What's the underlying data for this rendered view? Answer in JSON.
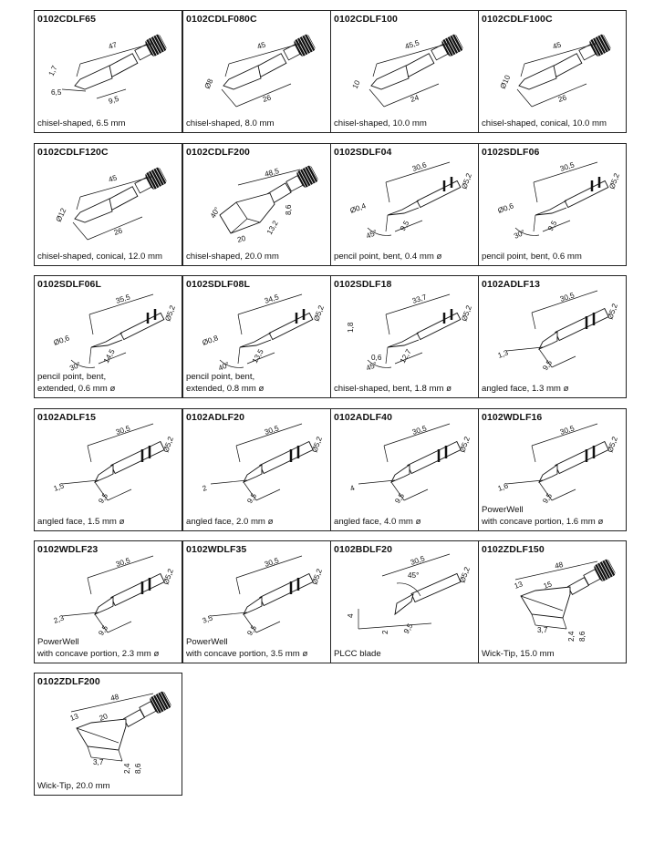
{
  "tips": [
    {
      "code": "0102CDLF65",
      "desc": [
        "chisel-shaped, 6.5 mm"
      ],
      "type": "chisel",
      "dims": [
        "47",
        "1,7",
        "6,5",
        "9,5"
      ]
    },
    {
      "code": "0102CDLF080C",
      "desc": [
        "chisel-shaped, 8.0 mm"
      ],
      "type": "chisel",
      "dims": [
        "45",
        "Ø8",
        "26"
      ]
    },
    {
      "code": "0102CDLF100",
      "desc": [
        "chisel-shaped, 10.0 mm"
      ],
      "type": "chisel",
      "dims": [
        "45,5",
        "10",
        "24"
      ]
    },
    {
      "code": "0102CDLF100C",
      "desc": [
        "chisel-shaped, conical, 10.0 mm"
      ],
      "type": "chisel",
      "dims": [
        "45",
        "Ø10",
        "26"
      ]
    },
    {
      "code": "0102CDLF120C",
      "desc": [
        "chisel-shaped, conical, 12.0 mm"
      ],
      "type": "chisel",
      "dims": [
        "45",
        "Ø12",
        "26"
      ]
    },
    {
      "code": "0102CDLF200",
      "desc": [
        "chisel-shaped, 20.0 mm"
      ],
      "type": "blade",
      "dims": [
        "48,5",
        "8,6",
        "20",
        "40°",
        "13,2"
      ]
    },
    {
      "code": "0102SDLF04",
      "desc": [
        "pencil point, bent, 0.4 mm ø"
      ],
      "type": "bent",
      "dims": [
        "30,6",
        "Ø5,2",
        "Ø0,4",
        "45°",
        "9,5"
      ]
    },
    {
      "code": "0102SDLF06",
      "desc": [
        "pencil point, bent, 0.6 mm"
      ],
      "type": "bent",
      "dims": [
        "30,5",
        "Ø5,2",
        "Ø0,6",
        "30°",
        "9,5"
      ]
    },
    {
      "code": "0102SDLF06L",
      "desc": [
        "pencil point, bent,",
        "extended, 0.6 mm ø"
      ],
      "type": "bent",
      "dims": [
        "35,5",
        "Ø5,2",
        "Ø0,6",
        "30°",
        "14,5"
      ]
    },
    {
      "code": "0102SDLF08L",
      "desc": [
        "pencil point, bent,",
        "extended, 0.8 mm ø"
      ],
      "type": "bent",
      "dims": [
        "34,5",
        "Ø5,2",
        "Ø0,8",
        "40°",
        "13,5"
      ]
    },
    {
      "code": "0102SDLF18",
      "desc": [
        "chisel-shaped, bent, 1.8 mm ø"
      ],
      "type": "bent",
      "dims": [
        "33,7",
        "Ø5,2",
        "1,8",
        "0,6",
        "45°",
        "12,7"
      ]
    },
    {
      "code": "0102ADLF13",
      "desc": [
        "angled face, 1.3 mm ø"
      ],
      "type": "angled",
      "dims": [
        "30,5",
        "Ø5,2",
        "1,3",
        "9,5"
      ]
    },
    {
      "code": "0102ADLF15",
      "desc": [
        "angled face, 1.5 mm ø"
      ],
      "type": "angled",
      "dims": [
        "30,5",
        "Ø5,2",
        "1,5",
        "9,5"
      ]
    },
    {
      "code": "0102ADLF20",
      "desc": [
        "angled face, 2.0 mm ø"
      ],
      "type": "angled",
      "dims": [
        "30,5",
        "Ø5,2",
        "2",
        "9,5"
      ]
    },
    {
      "code": "0102ADLF40",
      "desc": [
        "angled face, 4.0 mm ø"
      ],
      "type": "angled",
      "dims": [
        "30,5",
        "Ø5,2",
        "4",
        "9,5"
      ]
    },
    {
      "code": "0102WDLF16",
      "desc": [
        "PowerWell",
        "with concave portion, 1.6 mm ø"
      ],
      "type": "angled",
      "dims": [
        "30,5",
        "Ø5,2",
        "1,6",
        "9,5"
      ]
    },
    {
      "code": "0102WDLF23",
      "desc": [
        "PowerWell",
        "with concave portion, 2.3 mm ø"
      ],
      "type": "angled",
      "dims": [
        "30,5",
        "Ø5,2",
        "2,3",
        "9,5"
      ]
    },
    {
      "code": "0102WDLF35",
      "desc": [
        "PowerWell",
        "with concave portion, 3.5 mm ø"
      ],
      "type": "angled",
      "dims": [
        "30,5",
        "Ø5,2",
        "3,5",
        "9,5"
      ]
    },
    {
      "code": "0102BDLF20",
      "desc": [
        "PLCC blade"
      ],
      "type": "plcc",
      "dims": [
        "30,5",
        "Ø5,2",
        "45°",
        "4",
        "2",
        "9,5"
      ]
    },
    {
      "code": "0102ZDLF150",
      "desc": [
        "Wick-Tip, 15.0 mm"
      ],
      "type": "wick",
      "dims": [
        "48",
        "13",
        "15",
        "3,7",
        "2,4",
        "8,6"
      ]
    },
    {
      "code": "0102ZDLF200",
      "desc": [
        "Wick-Tip, 20.0 mm"
      ],
      "type": "wick",
      "dims": [
        "48",
        "13",
        "20",
        "3,7",
        "2,4",
        "8,6"
      ]
    }
  ]
}
